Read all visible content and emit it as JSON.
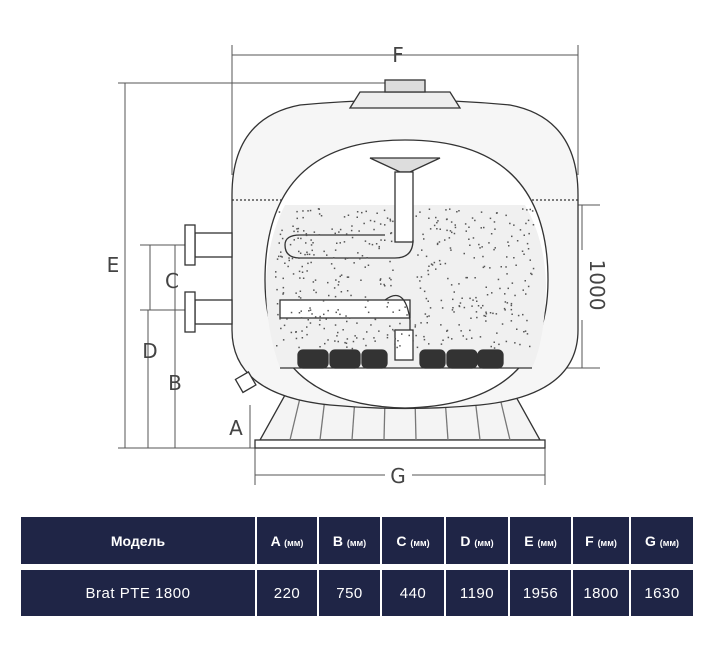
{
  "diagram": {
    "labels": {
      "F": "F",
      "E": "E",
      "C": "C",
      "D": "D",
      "B": "B",
      "A": "A",
      "G": "G",
      "bed_height": "1000"
    }
  },
  "table": {
    "headers": [
      {
        "letter": "Модель",
        "unit": ""
      },
      {
        "letter": "A",
        "unit": "(мм)"
      },
      {
        "letter": "B",
        "unit": "(мм)"
      },
      {
        "letter": "C",
        "unit": "(мм)"
      },
      {
        "letter": "D",
        "unit": "(мм)"
      },
      {
        "letter": "E",
        "unit": "(мм)"
      },
      {
        "letter": "F",
        "unit": "(мм)"
      },
      {
        "letter": "G",
        "unit": "(мм)"
      }
    ],
    "rows": [
      [
        "Brat PTE 1800",
        "220",
        "750",
        "440",
        "1190",
        "1956",
        "1800",
        "1630"
      ]
    ]
  },
  "colors": {
    "header_bg": "#1f2546",
    "line": "#555555"
  }
}
